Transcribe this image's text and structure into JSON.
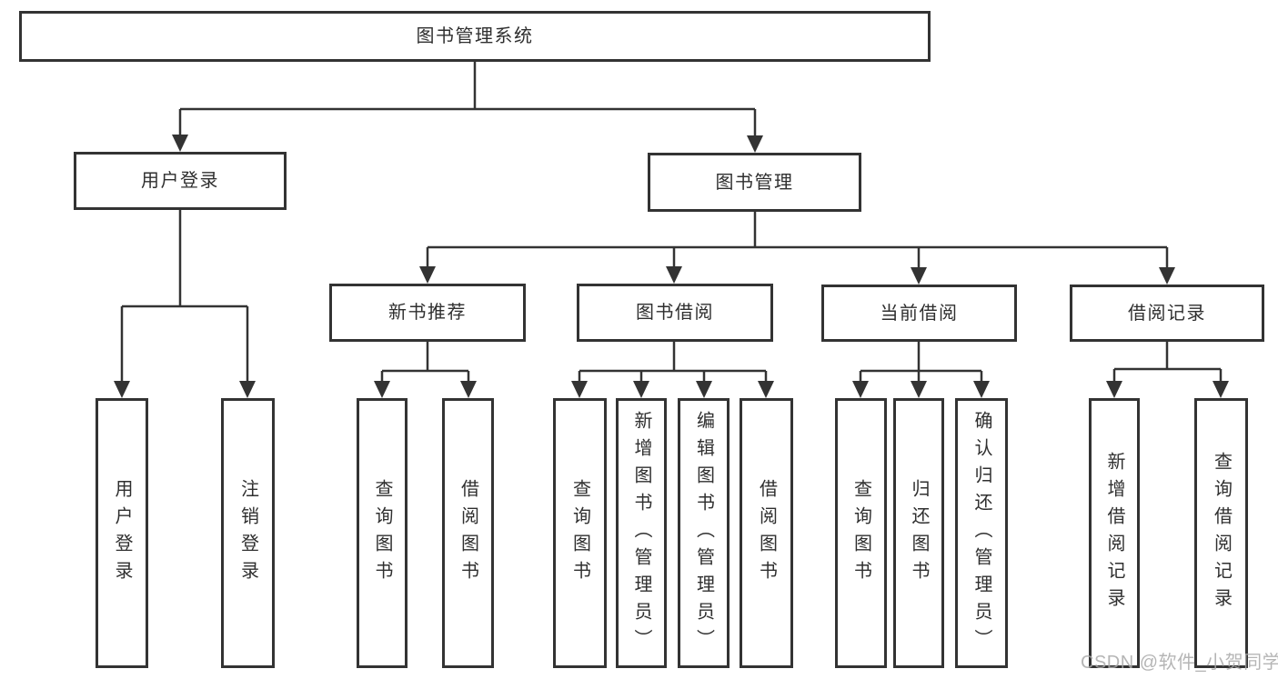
{
  "diagram": {
    "root": {
      "label": "图书管理系统"
    },
    "branches": [
      {
        "label": "用户登录",
        "children": [
          {
            "label": "用户登录"
          },
          {
            "label": "注销登录"
          }
        ]
      },
      {
        "label": "图书管理",
        "children": [
          {
            "label": "新书推荐",
            "children": [
              {
                "label": "查询图书"
              },
              {
                "label": "借阅图书"
              }
            ]
          },
          {
            "label": "图书借阅",
            "children": [
              {
                "label": "查询图书"
              },
              {
                "label": "新增图书（管理员）"
              },
              {
                "label": "编辑图书（管理员）"
              },
              {
                "label": "借阅图书"
              }
            ]
          },
          {
            "label": "当前借阅",
            "children": [
              {
                "label": "查询图书"
              },
              {
                "label": "归还图书"
              },
              {
                "label": "确认归还（管理员）"
              }
            ]
          },
          {
            "label": "借阅记录",
            "children": [
              {
                "label": "新增借阅记录"
              },
              {
                "label": "查询借阅记录"
              }
            ]
          }
        ]
      }
    ]
  },
  "watermark": {
    "text": "CSDN @软件_小贺同学"
  },
  "colors": {
    "line": "#333333",
    "box_border": "#333333",
    "text": "#2f2f2f",
    "watermark": "#a9a9a9",
    "background": "#ffffff"
  }
}
